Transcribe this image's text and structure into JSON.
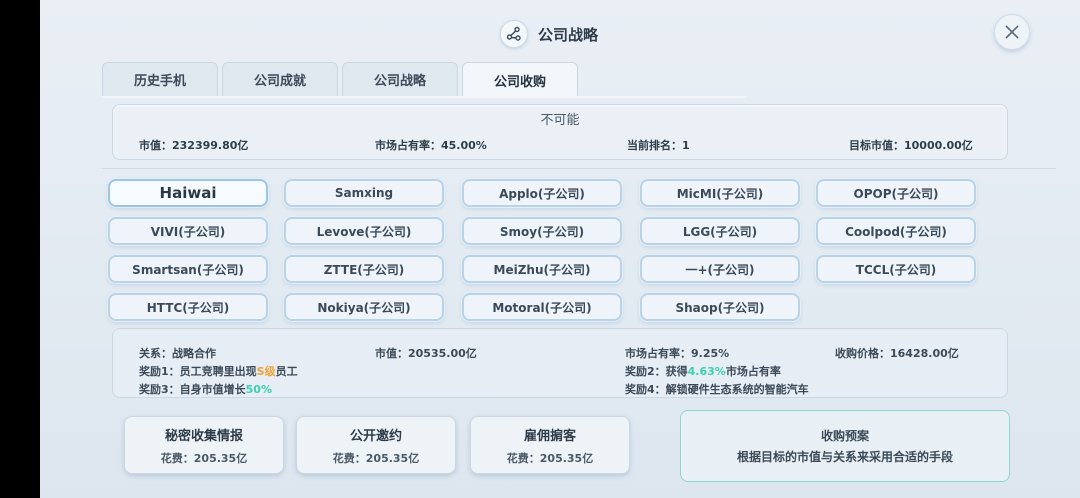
{
  "header": {
    "title": "公司战略"
  },
  "tabs": [
    {
      "label": "历史手机"
    },
    {
      "label": "公司成就"
    },
    {
      "label": "公司战略"
    },
    {
      "label": "公司收购",
      "active": true
    }
  ],
  "status": {
    "availability": "不可能",
    "market_value": "市值：232399.80亿",
    "market_share": "市场占有率：45.00%",
    "current_rank": "当前排名：1",
    "target_value": "目标市值：10000.00亿"
  },
  "companies": [
    "Haiwai",
    "Samxing",
    "Applo(子公司)",
    "MicMI(子公司)",
    "OPOP(子公司)",
    "VIVI(子公司)",
    "Levove(子公司)",
    "Smoy(子公司)",
    "LGG(子公司)",
    "Coolpod(子公司)",
    "Smartsan(子公司)",
    "ZTTE(子公司)",
    "MeiZhu(子公司)",
    "一+(子公司)",
    "TCCL(子公司)",
    "HTTC(子公司)",
    "Nokiya(子公司)",
    "Motoral(子公司)",
    "Shaop(子公司)"
  ],
  "selected_company": "Haiwai",
  "detail": {
    "relation": "关系：战略合作",
    "market_value": "市值：20535.00亿",
    "market_share": "市场占有率：9.25%",
    "price": "收购价格：16428.00亿",
    "reward1_prefix": "奖励1：员工竞聘里出现",
    "reward1_highlight": "S级",
    "reward1_suffix": "员工",
    "reward2_prefix": "奖励2：获得",
    "reward2_highlight": "4.63%",
    "reward2_suffix": "市场占有率",
    "reward3_prefix": "奖励3：自身市值增长",
    "reward3_highlight": "50%",
    "reward4": "奖励4：解锁硬件生态系统的智能汽车"
  },
  "actions": [
    {
      "name": "秘密收集情报",
      "cost": "花费：205.35亿"
    },
    {
      "name": "公开邀约",
      "cost": "花费：205.35亿"
    },
    {
      "name": "雇佣掮客",
      "cost": "花费：205.35亿"
    }
  ],
  "plan": {
    "title": "收购预案",
    "desc": "根据目标的市值与关系来采用合适的手段"
  },
  "colors": {
    "highlight_orange": "#f0a23c",
    "highlight_green": "#3ccfb0",
    "plan_border": "#8fd6cc"
  }
}
